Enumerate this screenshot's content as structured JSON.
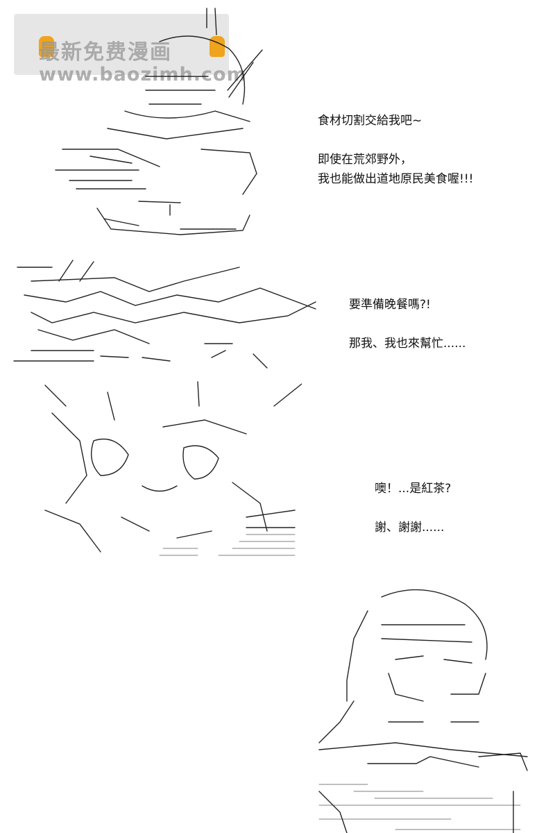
{
  "watermark": {
    "line1": "最新免费漫画",
    "line2": "www.baozimh.com"
  },
  "panels": [
    {
      "lines": [
        "食材切割交給我吧~",
        "",
        "即使在荒郊野外，",
        "我也能做出道地原民美食喔!!!"
      ]
    },
    {
      "lines": [
        "要準備晚餐嗎?!",
        "",
        "那我、我也來幫忙......"
      ]
    },
    {
      "lines": [
        "噢！...是紅茶?",
        "",
        "謝、謝謝......"
      ]
    }
  ]
}
